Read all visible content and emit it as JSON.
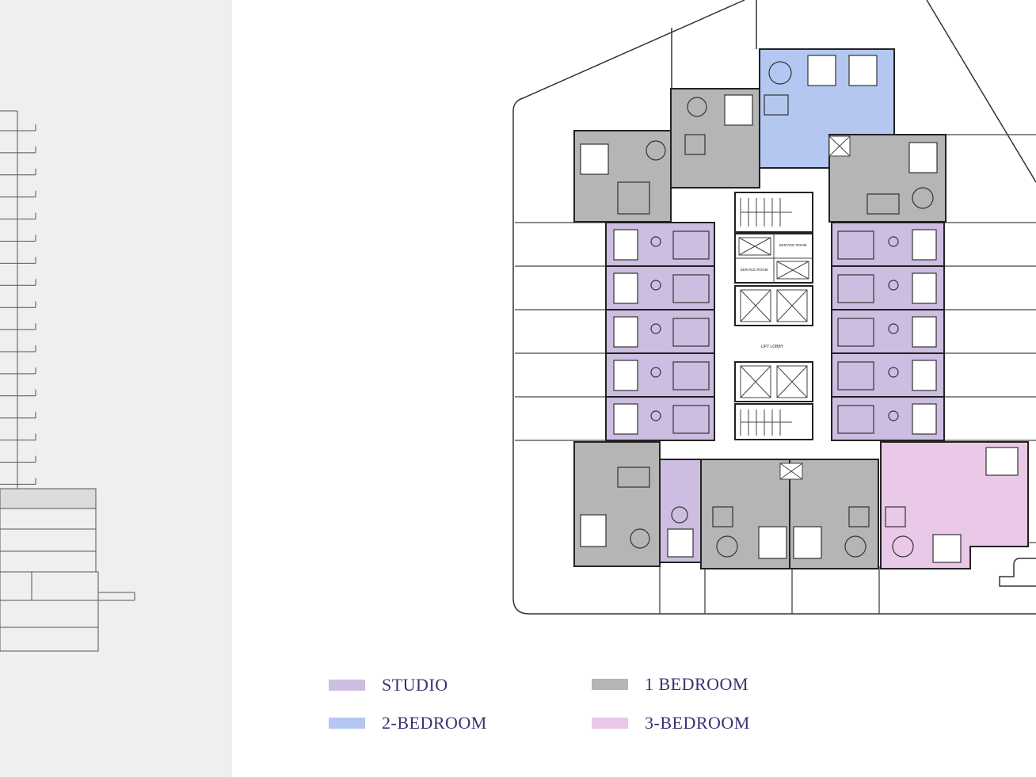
{
  "colors": {
    "studio": "#cdbde0",
    "two_bedroom": "#b4c7f1",
    "one_bedroom": "#b5b5b5",
    "three_bedroom": "#e9c8e8",
    "side_panel": "#efefef",
    "label_text": "#3d2f73"
  },
  "legend": [
    {
      "key": "studio",
      "label": "STUDIO"
    },
    {
      "key": "one_bedroom",
      "label": "1 BEDROOM"
    },
    {
      "key": "two_bedroom",
      "label": "2-BEDROOM"
    },
    {
      "key": "three_bedroom",
      "label": "3-BEDROOM"
    }
  ],
  "plan_labels": {
    "service_room_1": "SERVICE ROOM",
    "service_room_2": "SERVICE ROOM",
    "lift_lobby": "LIFT LOBBY"
  }
}
